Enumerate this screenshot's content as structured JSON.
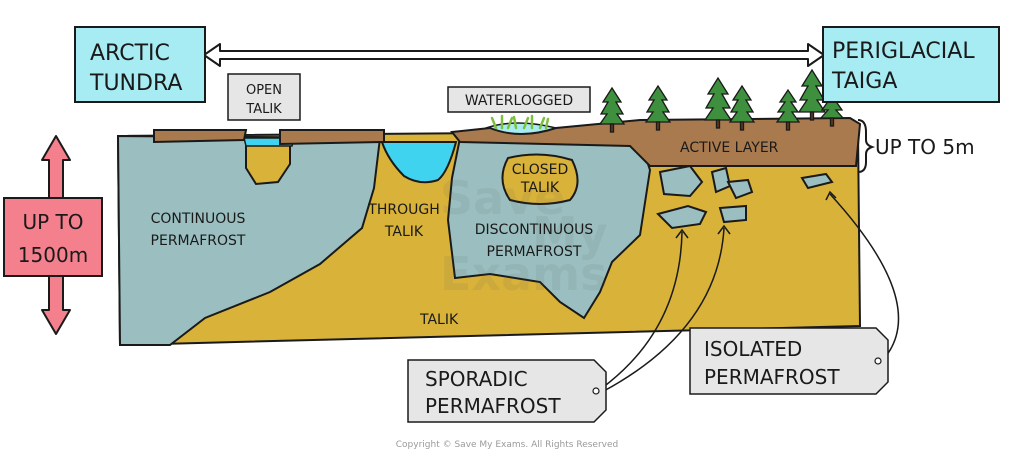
{
  "labels": {
    "arctic_tundra": [
      "ARCTIC",
      "TUNDRA"
    ],
    "periglacial_taiga": [
      "PERIGLACIAL",
      "TAIGA"
    ],
    "open_talik": [
      "OPEN",
      "TALIK"
    ],
    "waterlogged": "WATERLOGGED",
    "up_to_1500m": [
      "UP TO",
      "1500m"
    ],
    "up_to_5m": "UP TO 5m",
    "active_layer": "ACTIVE LAYER",
    "closed_talik": [
      "CLOSED",
      "TALIK"
    ],
    "continuous_permafrost": [
      "CONTINUOUS",
      "PERMAFROST"
    ],
    "through_talik": [
      "THROUGH",
      "TALIK"
    ],
    "discontinuous_permafrost": [
      "DISCONTINUOUS",
      "PERMAFROST"
    ],
    "talik": "TALIK",
    "sporadic_permafrost": [
      "SPORADIC",
      "PERMAFROST"
    ],
    "isolated_permafrost": [
      "ISOLATED",
      "PERMAFROST"
    ]
  },
  "watermark": [
    "Save",
    "My",
    "Exams"
  ],
  "copyright": "Copyright © Save My Exams. All Rights Reserved",
  "colors": {
    "label_box_cyan": "#a8ecf3",
    "label_box_grey": "#e6e6e6",
    "arrow_pink": "#f4808e",
    "talik_ochre": "#d9b23a",
    "permafrost_grey_blue": "#9bbfc0",
    "active_layer_brown": "#a87a4e",
    "water_blue": "#3fd3ef",
    "tree_green": "#3e8f3e"
  }
}
